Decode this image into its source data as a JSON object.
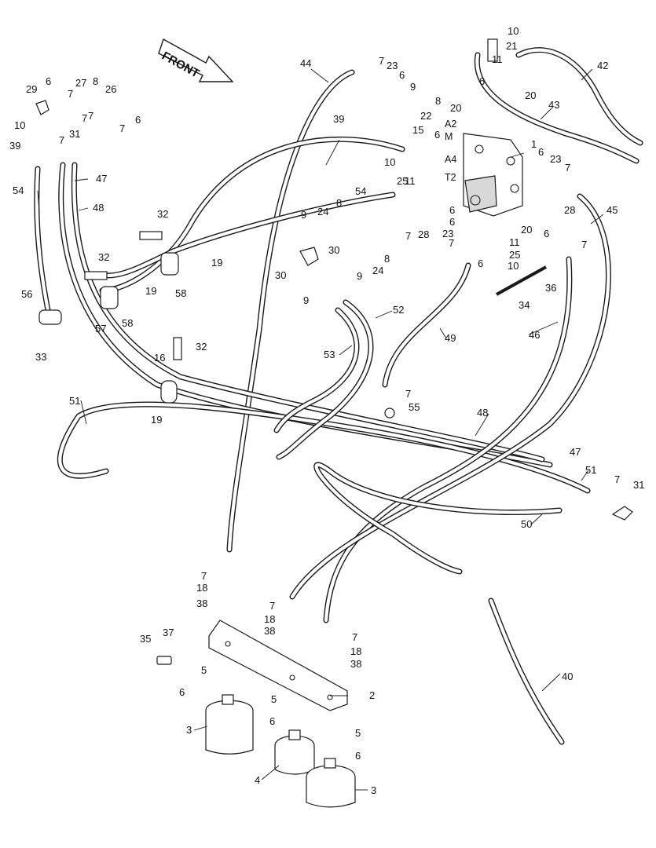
{
  "diagram": {
    "front_label": "FRONT",
    "port_labels": [
      "A2",
      "M",
      "A4",
      "T2"
    ],
    "callouts": [
      {
        "id": "c1",
        "text": "1"
      },
      {
        "id": "c2",
        "text": "2"
      },
      {
        "id": "c3a",
        "text": "3"
      },
      {
        "id": "c3b",
        "text": "3"
      },
      {
        "id": "c4",
        "text": "4"
      },
      {
        "id": "c5a",
        "text": "5"
      },
      {
        "id": "c5b",
        "text": "5"
      },
      {
        "id": "c5c",
        "text": "5"
      },
      {
        "id": "c6a",
        "text": "6"
      },
      {
        "id": "c6b",
        "text": "6"
      },
      {
        "id": "c6c",
        "text": "6"
      },
      {
        "id": "c6d",
        "text": "6"
      },
      {
        "id": "c6e",
        "text": "6"
      },
      {
        "id": "c6f",
        "text": "6"
      },
      {
        "id": "c6g",
        "text": "6"
      },
      {
        "id": "c6h",
        "text": "6"
      },
      {
        "id": "c6i",
        "text": "6"
      },
      {
        "id": "c6j",
        "text": "6"
      },
      {
        "id": "c6k",
        "text": "6"
      },
      {
        "id": "c6l",
        "text": "6"
      },
      {
        "id": "c6m",
        "text": "6"
      },
      {
        "id": "c7a",
        "text": "7"
      },
      {
        "id": "c7b",
        "text": "7"
      },
      {
        "id": "c7c",
        "text": "7"
      },
      {
        "id": "c7d",
        "text": "7"
      },
      {
        "id": "c7e",
        "text": "7"
      },
      {
        "id": "c7f",
        "text": "7"
      },
      {
        "id": "c7g",
        "text": "7"
      },
      {
        "id": "c7h",
        "text": "7"
      },
      {
        "id": "c7i",
        "text": "7"
      },
      {
        "id": "c7j",
        "text": "7"
      },
      {
        "id": "c7k",
        "text": "7"
      },
      {
        "id": "c7l",
        "text": "7"
      },
      {
        "id": "c7m",
        "text": "7"
      },
      {
        "id": "c7n",
        "text": "7"
      },
      {
        "id": "c7o",
        "text": "7"
      },
      {
        "id": "c8a",
        "text": "8"
      },
      {
        "id": "c8b",
        "text": "8"
      },
      {
        "id": "c8c",
        "text": "8"
      },
      {
        "id": "c8d",
        "text": "8"
      },
      {
        "id": "c9a",
        "text": "9"
      },
      {
        "id": "c9b",
        "text": "9"
      },
      {
        "id": "c9c",
        "text": "9"
      },
      {
        "id": "c9d",
        "text": "9"
      },
      {
        "id": "c10a",
        "text": "10"
      },
      {
        "id": "c10b",
        "text": "10"
      },
      {
        "id": "c10c",
        "text": "10"
      },
      {
        "id": "c10d",
        "text": "10"
      },
      {
        "id": "c11a",
        "text": "11"
      },
      {
        "id": "c11b",
        "text": "11"
      },
      {
        "id": "c11c",
        "text": "11"
      },
      {
        "id": "c15",
        "text": "15"
      },
      {
        "id": "c16",
        "text": "16"
      },
      {
        "id": "c18a",
        "text": "18"
      },
      {
        "id": "c18b",
        "text": "18"
      },
      {
        "id": "c18c",
        "text": "18"
      },
      {
        "id": "c19a",
        "text": "19"
      },
      {
        "id": "c19b",
        "text": "19"
      },
      {
        "id": "c19c",
        "text": "19"
      },
      {
        "id": "c20a",
        "text": "20"
      },
      {
        "id": "c20b",
        "text": "20"
      },
      {
        "id": "c20c",
        "text": "20"
      },
      {
        "id": "c21",
        "text": "21"
      },
      {
        "id": "c22",
        "text": "22"
      },
      {
        "id": "c23a",
        "text": "23"
      },
      {
        "id": "c23b",
        "text": "23"
      },
      {
        "id": "c23c",
        "text": "23"
      },
      {
        "id": "c24a",
        "text": "24"
      },
      {
        "id": "c24b",
        "text": "24"
      },
      {
        "id": "c25a",
        "text": "25"
      },
      {
        "id": "c25b",
        "text": "25"
      },
      {
        "id": "c26",
        "text": "26"
      },
      {
        "id": "c27",
        "text": "27"
      },
      {
        "id": "c28a",
        "text": "28"
      },
      {
        "id": "c28b",
        "text": "28"
      },
      {
        "id": "c29",
        "text": "29"
      },
      {
        "id": "c30a",
        "text": "30"
      },
      {
        "id": "c30b",
        "text": "30"
      },
      {
        "id": "c31a",
        "text": "31"
      },
      {
        "id": "c31b",
        "text": "31"
      },
      {
        "id": "c32a",
        "text": "32"
      },
      {
        "id": "c32b",
        "text": "32"
      },
      {
        "id": "c32c",
        "text": "32"
      },
      {
        "id": "c33",
        "text": "33"
      },
      {
        "id": "c34",
        "text": "34"
      },
      {
        "id": "c35",
        "text": "35"
      },
      {
        "id": "c36",
        "text": "36"
      },
      {
        "id": "c37",
        "text": "37"
      },
      {
        "id": "c38a",
        "text": "38"
      },
      {
        "id": "c38b",
        "text": "38"
      },
      {
        "id": "c38c",
        "text": "38"
      },
      {
        "id": "c39a",
        "text": "39"
      },
      {
        "id": "c39b",
        "text": "39"
      },
      {
        "id": "c40",
        "text": "40"
      },
      {
        "id": "c42",
        "text": "42"
      },
      {
        "id": "c43",
        "text": "43"
      },
      {
        "id": "c44",
        "text": "44"
      },
      {
        "id": "c45",
        "text": "45"
      },
      {
        "id": "c46",
        "text": "46"
      },
      {
        "id": "c47a",
        "text": "47"
      },
      {
        "id": "c47b",
        "text": "47"
      },
      {
        "id": "c48a",
        "text": "48"
      },
      {
        "id": "c48b",
        "text": "48"
      },
      {
        "id": "c49",
        "text": "49"
      },
      {
        "id": "c50",
        "text": "50"
      },
      {
        "id": "c51a",
        "text": "51"
      },
      {
        "id": "c51b",
        "text": "51"
      },
      {
        "id": "c52",
        "text": "52"
      },
      {
        "id": "c53",
        "text": "53"
      },
      {
        "id": "c54a",
        "text": "54"
      },
      {
        "id": "c54b",
        "text": "54"
      },
      {
        "id": "c55",
        "text": "55"
      },
      {
        "id": "c56",
        "text": "56"
      },
      {
        "id": "c57",
        "text": "57"
      },
      {
        "id": "c58a",
        "text": "58"
      },
      {
        "id": "c58b",
        "text": "58"
      }
    ]
  }
}
